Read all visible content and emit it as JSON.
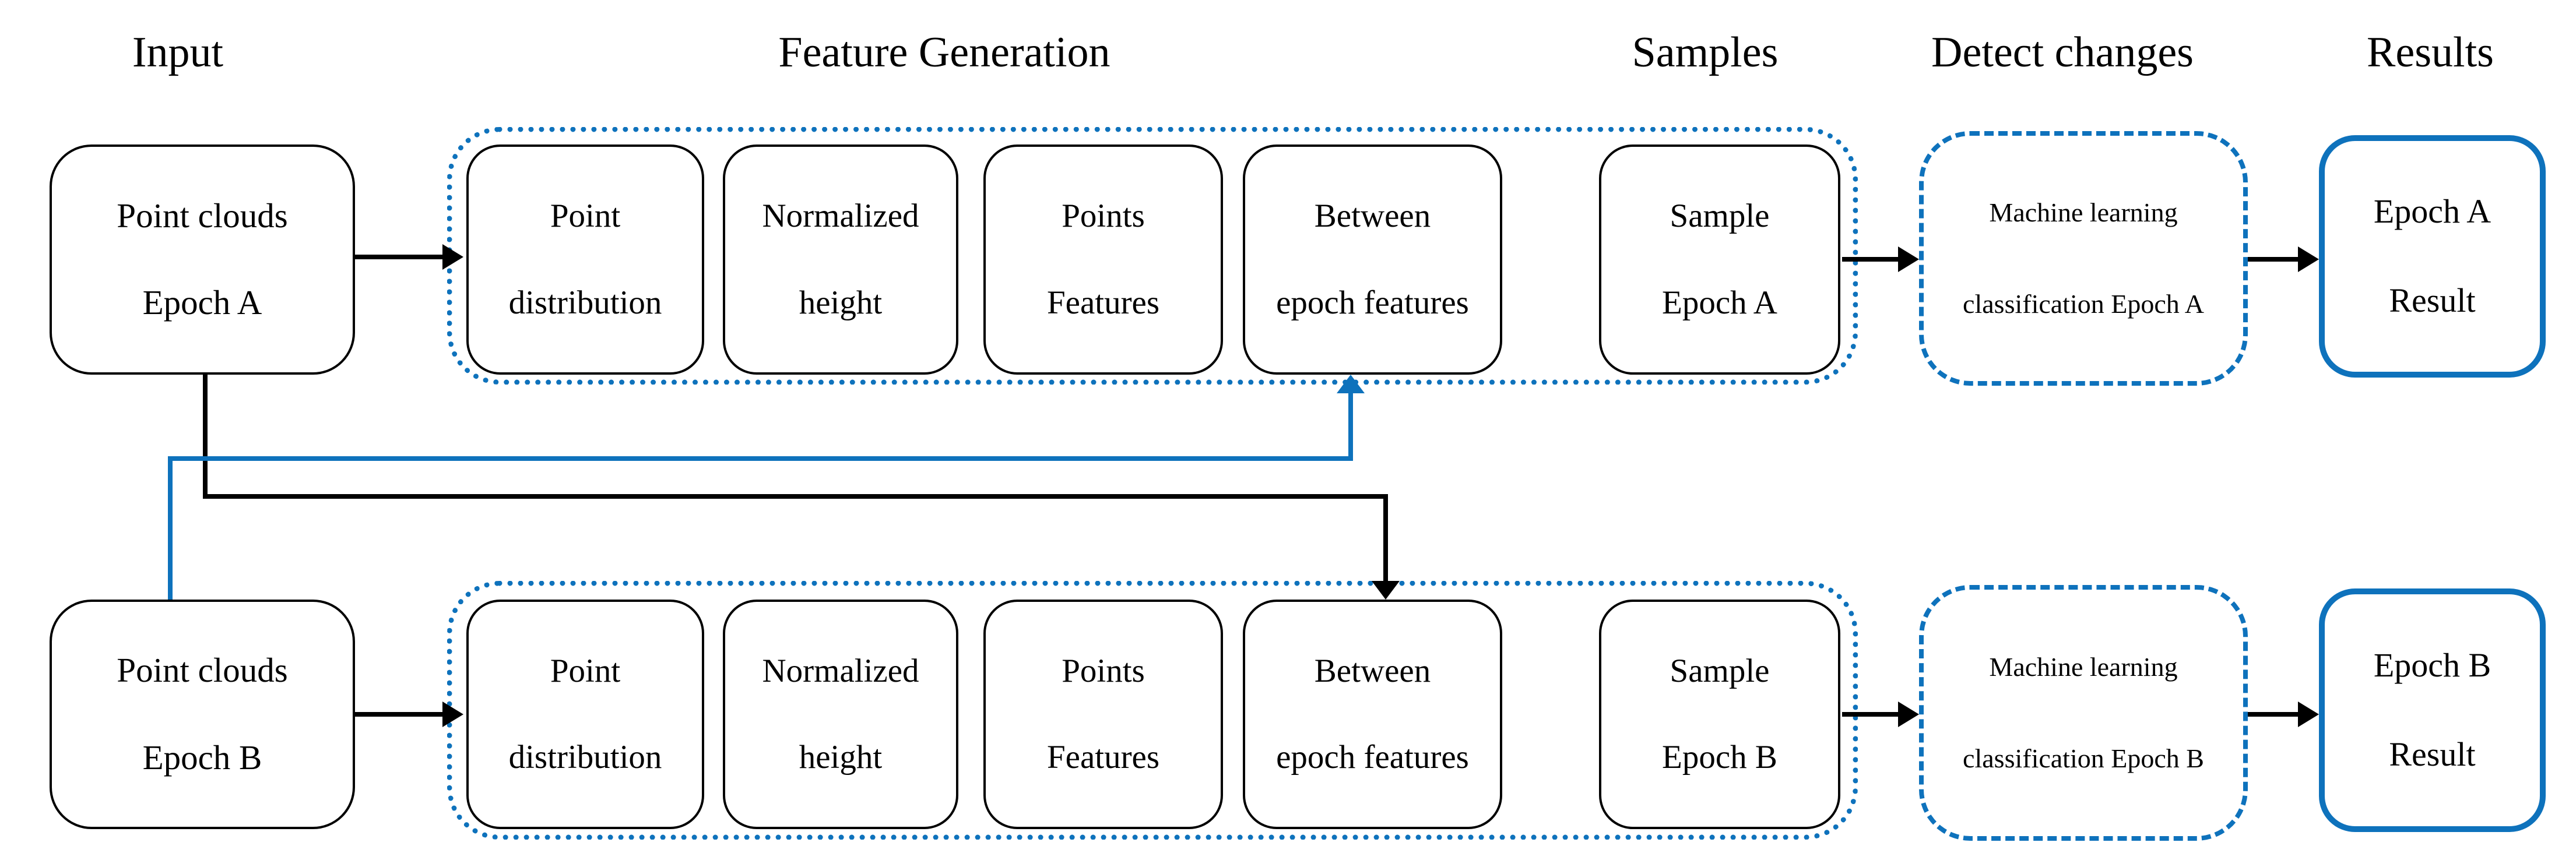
{
  "colors": {
    "accent_blue": "#0e72bc",
    "line_black": "#000000",
    "background": "#ffffff"
  },
  "headers": {
    "input": "Input",
    "feature_generation": "Feature Generation",
    "samples": "Samples",
    "detect_changes": "Detect changes",
    "results": "Results"
  },
  "rows": {
    "a": {
      "input_box": {
        "line1": "Point clouds",
        "line2": "Epoch A"
      },
      "features": [
        {
          "line1": "Point",
          "line2": "distribution"
        },
        {
          "line1": "Normalized",
          "line2": "height"
        },
        {
          "line1": "Points",
          "line2": "Features"
        },
        {
          "line1": "Between",
          "line2": "epoch features"
        }
      ],
      "sample_box": {
        "line1": "Sample",
        "line2": "Epoch A"
      },
      "ml_box": {
        "line1": "Machine learning",
        "line2": "classification Epoch A"
      },
      "result_box": {
        "line1": "Epoch A",
        "line2": "Result"
      }
    },
    "b": {
      "input_box": {
        "line1": "Point clouds",
        "line2": "Epoch B"
      },
      "features": [
        {
          "line1": "Point",
          "line2": "distribution"
        },
        {
          "line1": "Normalized",
          "line2": "height"
        },
        {
          "line1": "Points",
          "line2": "Features"
        },
        {
          "line1": "Between",
          "line2": "epoch features"
        }
      ],
      "sample_box": {
        "line1": "Sample",
        "line2": "Epoch B"
      },
      "ml_box": {
        "line1": "Machine learning",
        "line2": "classification Epoch B"
      },
      "result_box": {
        "line1": "Epoch B",
        "line2": "Result"
      }
    }
  }
}
